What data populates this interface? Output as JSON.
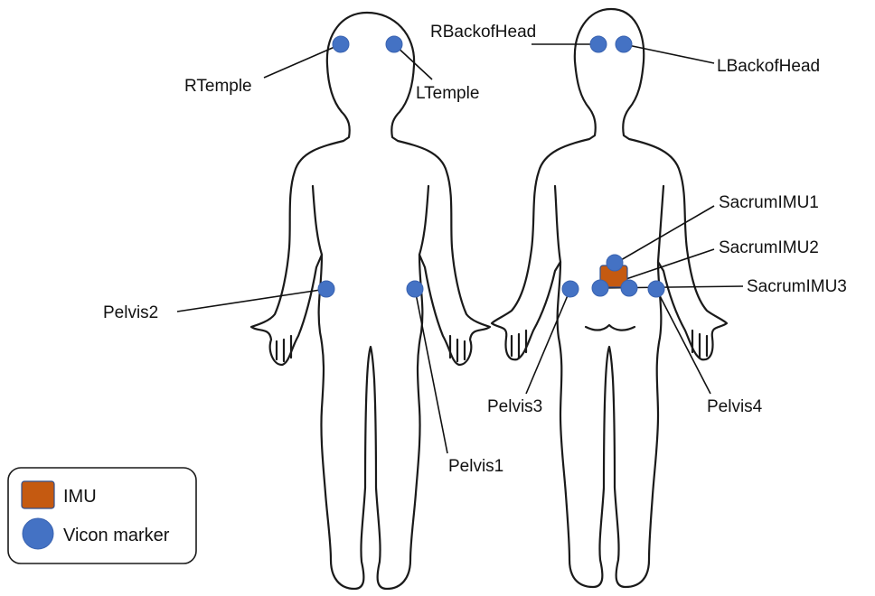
{
  "colors": {
    "marker": "#4472C4",
    "imu": "#C55A11",
    "imu_stroke": "#2f4f8f",
    "outline": "#1a1a1a"
  },
  "labels": {
    "rtemple": "RTemple",
    "ltemple": "LTemple",
    "rbackofhead": "RBackofHead",
    "lbackofhead": "LBackofHead",
    "sacrumimu1": "SacrumIMU1",
    "sacrumimu2": "SacrumIMU2",
    "sacrumimu3": "SacrumIMU3",
    "pelvis1": "Pelvis1",
    "pelvis2": "Pelvis2",
    "pelvis3": "Pelvis3",
    "pelvis4": "Pelvis4"
  },
  "legend": {
    "imu_label": "IMU",
    "marker_label": "Vicon marker"
  },
  "icons": {
    "imu": "orange-square",
    "marker": "blue-circle"
  }
}
